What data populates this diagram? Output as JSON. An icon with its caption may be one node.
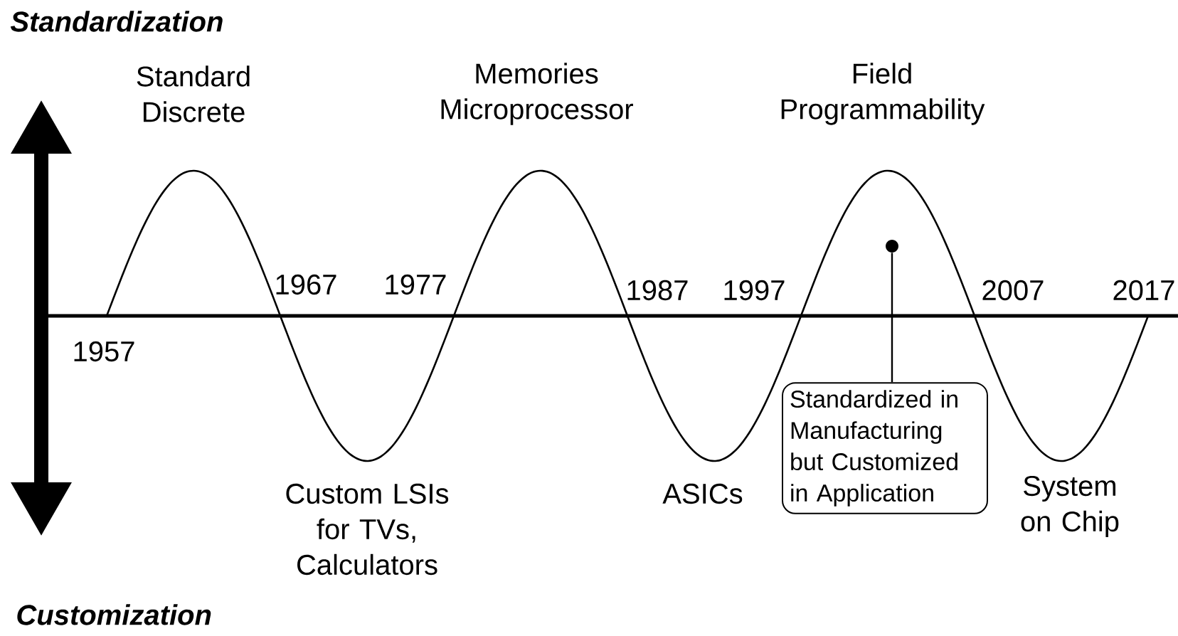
{
  "diagram": {
    "nodes": [
      {
        "text": [
          "Standardized in Manufacturing but Customized in Application"
        ]
      },
      {
        "text": [],
        "shape": "circle"
      }
    ],
    "edges": [
      {
        "from": 0,
        "to": 1,
        "arrow": "none"
      }
    ],
    "labels": [
      "Standardization",
      "Standard Discrete",
      "Memories Microprocessor",
      "Field Programmability",
      "1967",
      "1977",
      "1987",
      "1997",
      "2007",
      "2017",
      "1957",
      "Custom LSIs for TVs, Calculators",
      "ASICs",
      "System on Chip",
      "Customization"
    ]
  }
}
